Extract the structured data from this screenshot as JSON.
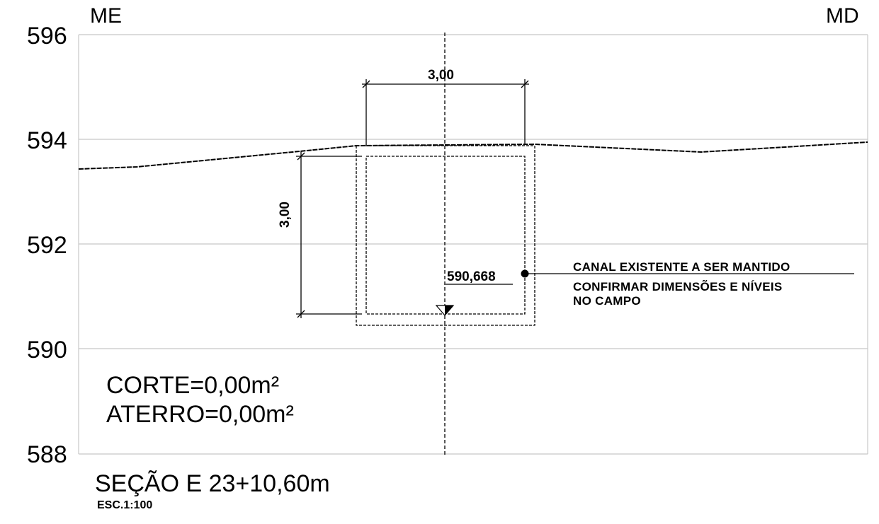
{
  "sides": {
    "left": "ME",
    "right": "MD"
  },
  "elevation_labels": [
    "596",
    "594",
    "592",
    "590",
    "588"
  ],
  "dimensions": {
    "width": "3,00",
    "height": "3,00"
  },
  "invert_level": "590,668",
  "note": {
    "line1": "CANAL EXISTENTE A SER MANTIDO",
    "line2": "CONFIRMAR DIMENSÕES E NÍVEIS",
    "line3": "NO CAMPO"
  },
  "areas": {
    "cut": "CORTE=0,00m²",
    "fill": "ATERRO=0,00m²"
  },
  "section": {
    "title": "SEÇÃO E 23+10,60m",
    "scale": "ESC.1:100"
  }
}
